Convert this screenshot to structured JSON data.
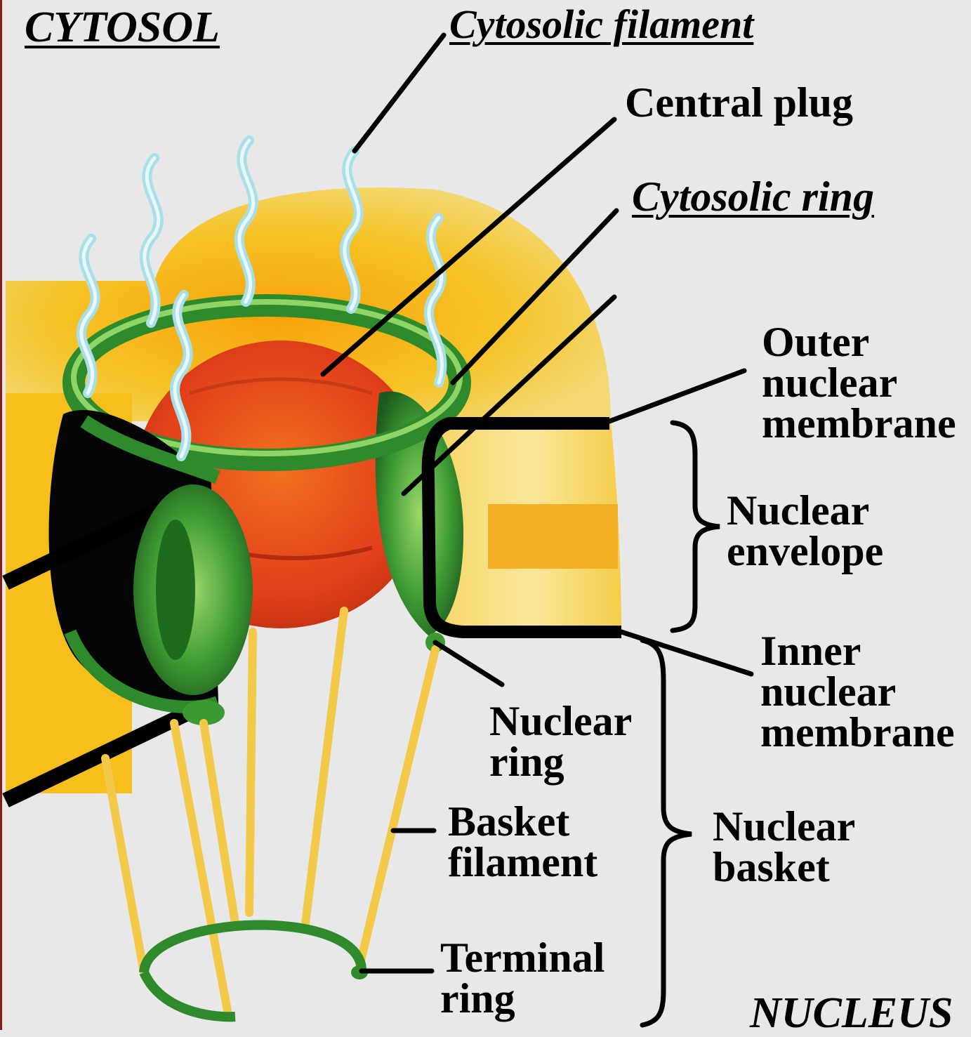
{
  "labels": {
    "cytosol": "CYTOSOL",
    "nucleus": "NUCLEUS",
    "cytosolic_filament": "Cytosolic filament",
    "central_plug": "Central plug",
    "cytosolic_ring": "Cytosolic ring",
    "outer_nuclear_membrane": [
      "Outer",
      "nuclear",
      "membrane"
    ],
    "nuclear_envelope": [
      "Nuclear",
      "envelope"
    ],
    "inner_nuclear_membrane": [
      "Inner",
      "nuclear",
      "membrane"
    ],
    "nuclear_ring": [
      "Nuclear",
      "ring"
    ],
    "basket_filament": [
      "Basket",
      "filament"
    ],
    "nuclear_basket": [
      "Nuclear",
      "basket"
    ],
    "terminal_ring": [
      "Terminal",
      "ring"
    ]
  },
  "colors": {
    "background": "#e8e8e8",
    "membrane_yellow": "#f5c820",
    "membrane_orange": "#f0a010",
    "ring_green": "#2e8b2e",
    "ring_light_green": "#7ccf5a",
    "plug_red": "#e0401a",
    "filament_cyan": "#bfe6ee",
    "basket_yellow": "#f2c84a",
    "outline": "#000000"
  }
}
